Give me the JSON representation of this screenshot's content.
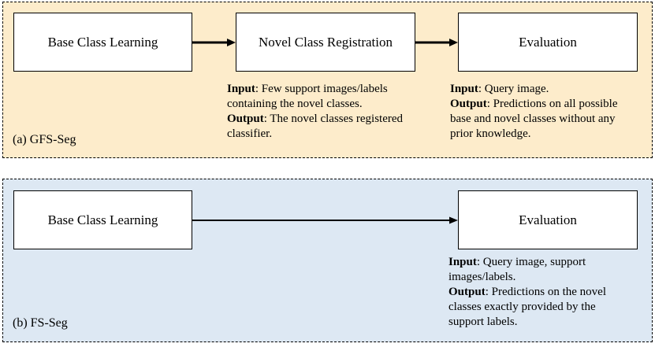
{
  "gfs": {
    "label": "(a) GFS-Seg",
    "box1": "Base Class Learning",
    "box2": "Novel Class Registration",
    "box3": "Evaluation",
    "reg_desc": {
      "input_label": "Input",
      "input_text": [
        ": Few support images/labels",
        "containing the novel classes."
      ],
      "output_label": "Output",
      "output_text": [
        ": The novel classes registered",
        "classifier."
      ]
    },
    "eval_desc": {
      "input_label": "Input",
      "input_text": [
        ": Query image."
      ],
      "output_label": "Output",
      "output_text": [
        ": Predictions on all possible",
        "base and novel classes without any",
        "prior knowledge."
      ]
    }
  },
  "fs": {
    "label": "(b) FS-Seg",
    "box1": "Base Class Learning",
    "box2": "Evaluation",
    "eval_desc": {
      "input_label": "Input",
      "input_text": [
        ": Query image, support",
        "images/labels."
      ],
      "output_label": "Output",
      "output_text": [
        ": Predictions on the novel",
        "classes exactly provided by the",
        "support labels."
      ]
    }
  }
}
